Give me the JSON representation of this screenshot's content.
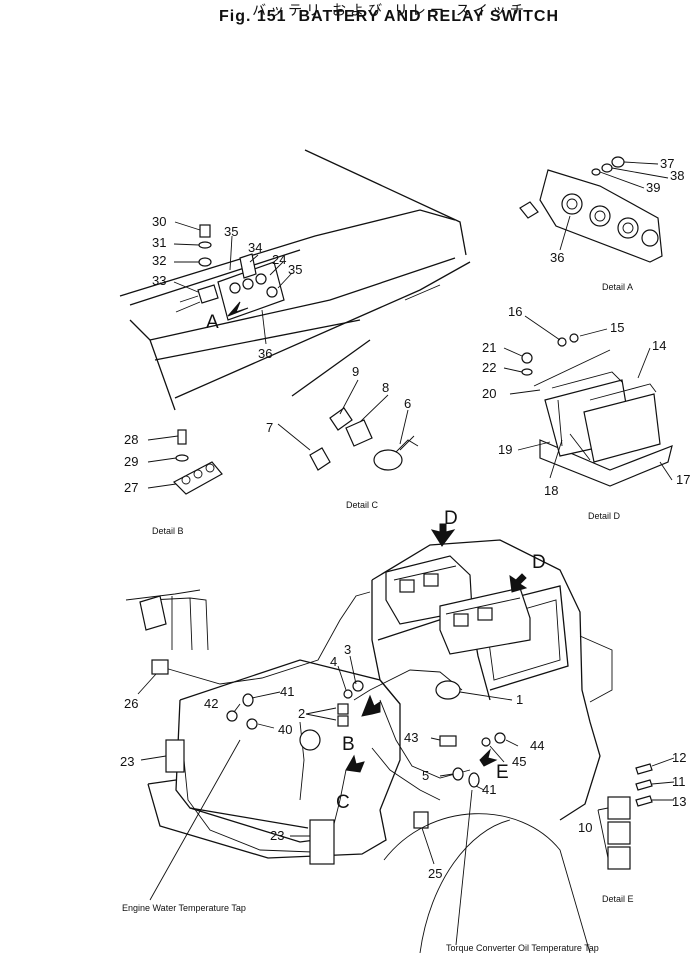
{
  "header": {
    "kana": "バッテリ および リレー スイッチ",
    "fig_number": "Fig. 151",
    "title": "BATTERY AND RELAY SWITCH"
  },
  "details": {
    "a": "Detail A",
    "b": "Detail B",
    "c": "Detail C",
    "d": "Detail D",
    "e": "Detail E"
  },
  "view_letters": {
    "a": "A",
    "b": "B",
    "c": "C",
    "d1": "D",
    "d2": "D",
    "e": "E"
  },
  "captions": {
    "engine_tap": "Engine Water Temperature Tap",
    "converter_tap": "Torque Converter Oil Temperature Tap"
  },
  "callouts": {
    "n1": "1",
    "n2": "2",
    "n3": "3",
    "n4": "4",
    "n5": "5",
    "n6": "6",
    "n7": "7",
    "n8": "8",
    "n9": "9",
    "n10": "10",
    "n11": "11",
    "n12": "12",
    "n13": "13",
    "n14": "14",
    "n15": "15",
    "n16": "16",
    "n17": "17",
    "n18": "18",
    "n19": "19",
    "n20": "20",
    "n21": "21",
    "n22": "22",
    "n23a": "23",
    "n23b": "23",
    "n24": "24",
    "n25": "25",
    "n26": "26",
    "n27": "27",
    "n28": "28",
    "n29": "29",
    "n30": "30",
    "n31": "31",
    "n32": "32",
    "n33": "33",
    "n34": "34",
    "n35a": "35",
    "n35b": "35",
    "n36a": "36",
    "n36b": "36",
    "n37": "37",
    "n38": "38",
    "n39": "39",
    "n40": "40",
    "n41a": "41",
    "n41b": "41",
    "n42": "42",
    "n43": "43",
    "n44": "44",
    "n45": "45"
  }
}
